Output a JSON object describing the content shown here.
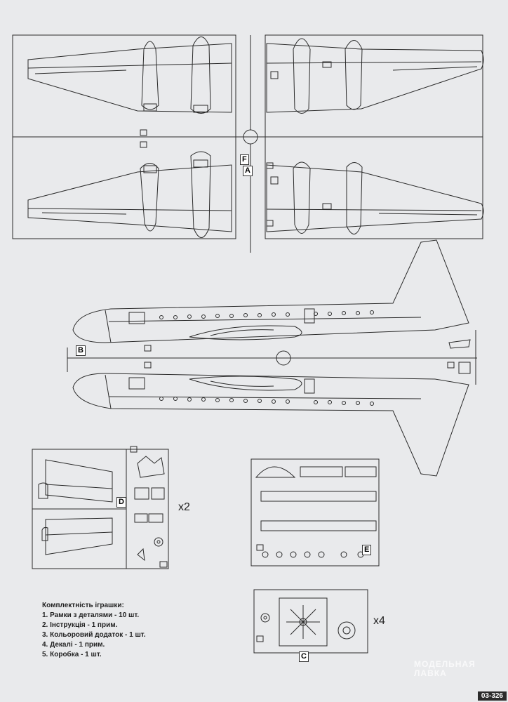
{
  "sprue_labels": {
    "B": "B",
    "F": "F",
    "A": "A",
    "D": "D",
    "E": "E",
    "C": "C"
  },
  "multipliers": {
    "d_sprue": "x2",
    "c_sprue": "x4"
  },
  "contents": {
    "title": "Комплектність іграшки:",
    "items": [
      "1. Рамки з деталями - 10 шт.",
      "2. Інструкція - 1 прим.",
      "3. Кольоровий додаток - 1 шт.",
      "4. Декалі - 1 прим.",
      "5. Коробка - 1 шт."
    ]
  },
  "watermark": {
    "line1": "МОДЕЛЬНАЯ",
    "line2": "ЛАВКА"
  },
  "catalog_number": "03-326",
  "colors": {
    "paper": "#e9eaec",
    "line": "#2a2a2a"
  }
}
